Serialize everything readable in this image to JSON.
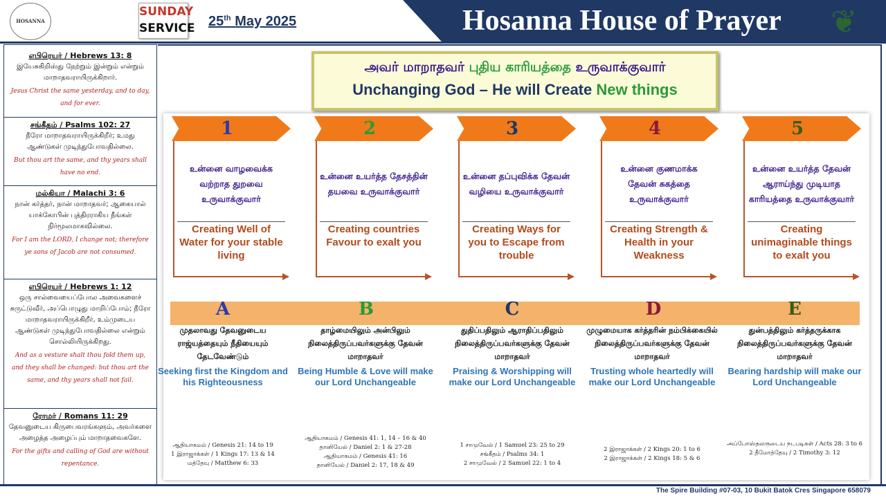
{
  "header": {
    "logo_text": "HOSANNA",
    "badge_line1": "SUNDAY",
    "badge_line2": "SERVICE",
    "date_day": "25",
    "date_suffix": "th",
    "date_rest": "May 2025",
    "title": "Hosanna House of Prayer"
  },
  "theme": {
    "tamil_a": "அவர் மாறாதவர் ",
    "tamil_b": "புதிய காரியத்தை",
    "tamil_c": " உருவாக்குவார்",
    "english_a": "Unchanging God – He will Create ",
    "english_b": "New things"
  },
  "verses": [
    {
      "ref": "எபிரெயர் / Hebrews 13: 8",
      "tamil": "இயேசுகிறிஸ்து நேற்றும் இன்றும் என்றும் மாறாதவராயிருக்கிறார்.",
      "english": "Jesus Christ the same yesterday, and to day, and for ever."
    },
    {
      "ref": "சங்கீதம் / Psalms 102: 27",
      "tamil": "நீரோ மாறாதவராயிருக்கிறீர்; உமது ஆண்டுகள் முடிந்துபோவதில்லை.",
      "english": "But thou art the same, and thy years shall have no end."
    },
    {
      "ref": "மல்கியா / Malachi 3: 6",
      "tamil": "நான் கர்த்தர், நான் மாறாதவர்; ஆகையால் யாக்கோபின் புத்திரராகிய நீங்கள் நிர்மூலமாகவில்லை.",
      "english": "For I am the LORD, I change not; therefore ye sons of Jacob are not consumed."
    },
    {
      "ref": "எபிரெயர் / Hebrews 1: 12",
      "tamil": "ஒரு சால்வையைப்போல அவைகளைச் சுருட்டுவீர், அப்பொழுது மாறிப்போம்; நீரோ மாறாதவராயிருக்கிறீர், உம்முடைய ஆண்டுகள் முடிந்துபோவதில்லை என்றும் சொல்லியிருக்கிறது.",
      "english": "And as a vesture shalt thou fold them up, and they shall be changed: but thou art the same, and thy years shall not fail."
    },
    {
      "ref": "ரோமர் / Romans 11: 29",
      "tamil": "தேவனுடைய கிருபைவரங்களும், அவர்களை அழைத்த அழைப்பும் மாறாதவைகளே.",
      "english": "For the gifts and calling of God are without repentance."
    }
  ],
  "cards": [
    {
      "num": "1",
      "tamil": "உன்னை வாழவைக்க வற்றாத துறவை உருவாக்குவார்",
      "english": "Creating Well of Water for your stable living"
    },
    {
      "num": "2",
      "tamil": "உன்னை உயர்த்த தேசத்தின் தயவை உருவாக்குவார்",
      "english": "Creating countries Favour to exalt you"
    },
    {
      "num": "3",
      "tamil": "உன்னை தப்புவிக்க தேவன் வழியை உருவாக்குவார்",
      "english": "Creating Ways for you to Escape from trouble"
    },
    {
      "num": "4",
      "tamil": "உன்னை குணமாக்க தேவன் சுகத்தை உருவாக்குவார்",
      "english": "Creating Strength & Health in your Weakness"
    },
    {
      "num": "5",
      "tamil": "உன்னை உயர்த்த தேவன் ஆராய்ந்து முடியாத காரியத்தை உருவாக்குவார்",
      "english": "Creating unimaginable things to exalt you"
    }
  ],
  "letters": [
    {
      "letter": "A",
      "color": "#2a3ab0",
      "tamil": "முதலாவது தேவனுடைய ராஜ்யத்தையும் நீதியையும் தேடவேண்டும்",
      "english": "Seeking first the Kingdom and his Righteousness",
      "refs": "ஆதியாகமம் / Genesis 21: 14 to 19\n1 இராஜாக்கள் / 1 Kings 17: 13 & 14\nமத்தேயு / Matthew 6: 33"
    },
    {
      "letter": "B",
      "color": "#2a9a3a",
      "tamil": "தாழ்மையிலும் அன்பிலும் நிலைத்திருப்பவர்களுக்கு தேவன் மாறாதவர்",
      "english": "Being Humble & Love will make our Lord Unchangeable",
      "refs": "ஆதியாகமம் / Genesis 41: 1, 14 – 16 & 40\nதானியேல் / Daniel 2: 1 & 27-28\nஆதியாகமம் / Genesis 41: 16\nதானியேல் / Daniel 2: 17, 18 & 49"
    },
    {
      "letter": "C",
      "color": "#1f3864",
      "tamil": "துதிப்பதிலும் ஆராதிப்பதிலும் நிலைத்திருப்பவர்களுக்கு தேவன் மாறாதவர்",
      "english": "Praising & Worshipping will make our Lord Unchangeable",
      "refs": "1 சாமுவேல் / 1 Samuel 23: 25 to 29\nசங்கீதம் / Psalms 34: 1\n2 சாமுவேல் / 2 Samuel 22: 1 to 4"
    },
    {
      "letter": "D",
      "color": "#8a1a3a",
      "tamil": "முழுமையாக கர்த்தரின் நம்பிக்கையில் நிலைத்திருப்பவர்களுக்கு தேவன் மாறாதவர்",
      "english": "Trusting whole heartedly will make our Lord Unchangeable",
      "refs": "2 இராஜாக்கள் / 2 Kings 20: 1 to 6\n2 இராஜாக்கள் / 2 Kings 18: 5 & 6"
    },
    {
      "letter": "E",
      "color": "#3a5a1a",
      "tamil": "துன்பத்திலும் கர்த்தருக்காக நிலைத்திருப்பவர்களுக்கு தேவன் மாறாதவர்",
      "english": "Bearing hardship will make our Lord Unchangeable",
      "refs": "அப்போஸ்தலருடைய நடபடிகள் / Acts 28: 3 to 6\n2 தீமோத்தேயு / 2 Timothy 3: 12"
    }
  ],
  "colors": {
    "card_number": [
      "#2a3ab0",
      "#2a9a3a",
      "#1f3864",
      "#8a1a3a",
      "#3a5a1a"
    ]
  },
  "footer": "The Spire Building #07-03, 10 Bukit Batok Cres Singapore 658079"
}
